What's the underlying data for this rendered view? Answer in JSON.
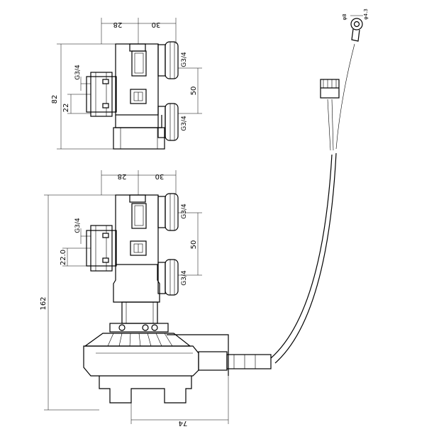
{
  "top_view": {
    "dim_28": "28",
    "dim_30": "30",
    "port_upper": "G3/4",
    "port_lower": "G3/4",
    "port_left": "G3/4",
    "dim_50": "50",
    "dim_82": "82",
    "dim_22": "22"
  },
  "bottom_view": {
    "dim_28": "28",
    "dim_30": "30",
    "port_upper": "G3/4",
    "port_lower": "G3/4",
    "port_left": "G3/4",
    "dim_50": "50",
    "dim_22": "22.0",
    "dim_162": "162",
    "dim_74": "74"
  },
  "terminal": {
    "dim_phi": "φ8",
    "dim_hole": "φ4.3"
  }
}
